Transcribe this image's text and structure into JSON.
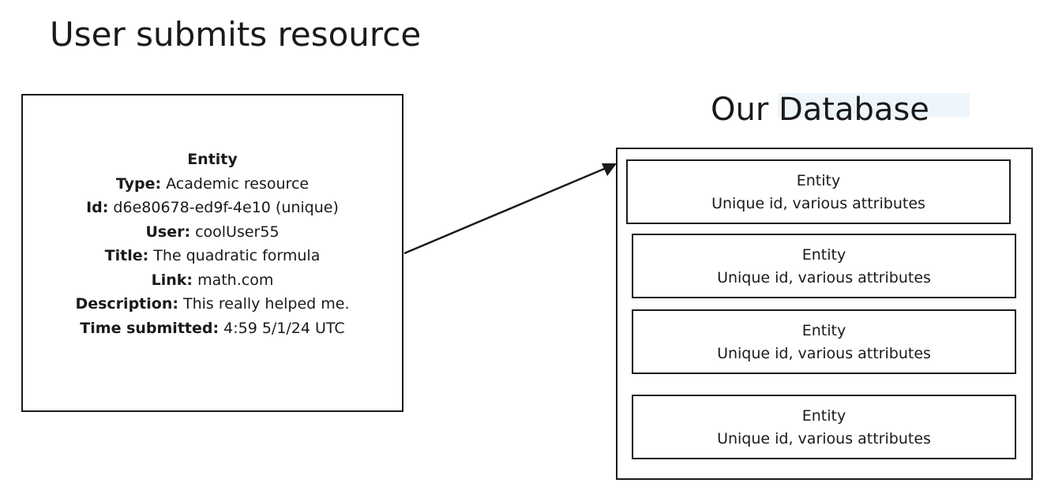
{
  "left_title": "User submits resource",
  "right_title": "Our Database",
  "submitted_entity": {
    "heading": "Entity",
    "fields": [
      {
        "label": "Type:",
        "value": " Academic resource"
      },
      {
        "label": "Id:",
        "value": " d6e80678-ed9f-4e10 (unique)"
      },
      {
        "label": "User:",
        "value": " coolUser55"
      },
      {
        "label": "Title:",
        "value": " The quadratic formula"
      },
      {
        "label": "Link:",
        "value": " math.com"
      },
      {
        "label": "Description:",
        "value": " This really helped me."
      },
      {
        "label": "Time submitted:",
        "value": " 4:59 5/1/24 UTC"
      }
    ]
  },
  "database_entities": [
    {
      "title": "Entity",
      "subtitle": "Unique id, various attributes"
    },
    {
      "title": "Entity",
      "subtitle": "Unique id, various attributes"
    },
    {
      "title": "Entity",
      "subtitle": "Unique id, various attributes"
    },
    {
      "title": "Entity",
      "subtitle": "Unique id, various attributes"
    }
  ]
}
